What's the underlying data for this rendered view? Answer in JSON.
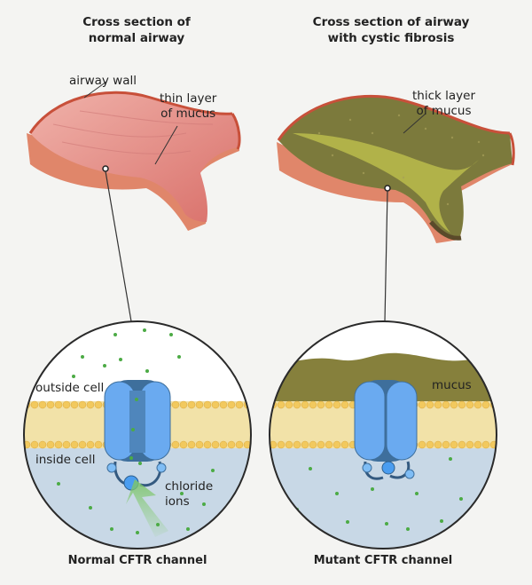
{
  "panels": {
    "normal": {
      "title_line1": "Cross section of",
      "title_line2": "normal airway",
      "label_wall": "airway wall",
      "label_mucus_line1": "thin layer",
      "label_mucus_line2": "of mucus",
      "label_outside": "outside cell",
      "label_inside": "inside cell",
      "label_ions_line1": "chloride",
      "label_ions_line2": "ions",
      "caption": "Normal CFTR channel"
    },
    "cf": {
      "title_line1": "Cross section of airway",
      "title_line2": "with cystic fibrosis",
      "label_mucus_line1": "thick layer",
      "label_mucus_line2": "of mucus",
      "label_mucus": "mucus",
      "caption": "Mutant CFTR channel"
    }
  },
  "colors": {
    "background": "#f4f4f2",
    "airway_outer": "#e0866a",
    "airway_inner": "#e58e8c",
    "airway_rim": "#c8503a",
    "mucus_thick": "#7c7a3c",
    "mucus_highlight": "#b7b84a",
    "membrane": "#f2c95e",
    "cytoplasm": "#c8d8e6",
    "channel": "#5a9ee8",
    "channel_dark": "#3e6f9c",
    "ion": "#4cab45"
  }
}
